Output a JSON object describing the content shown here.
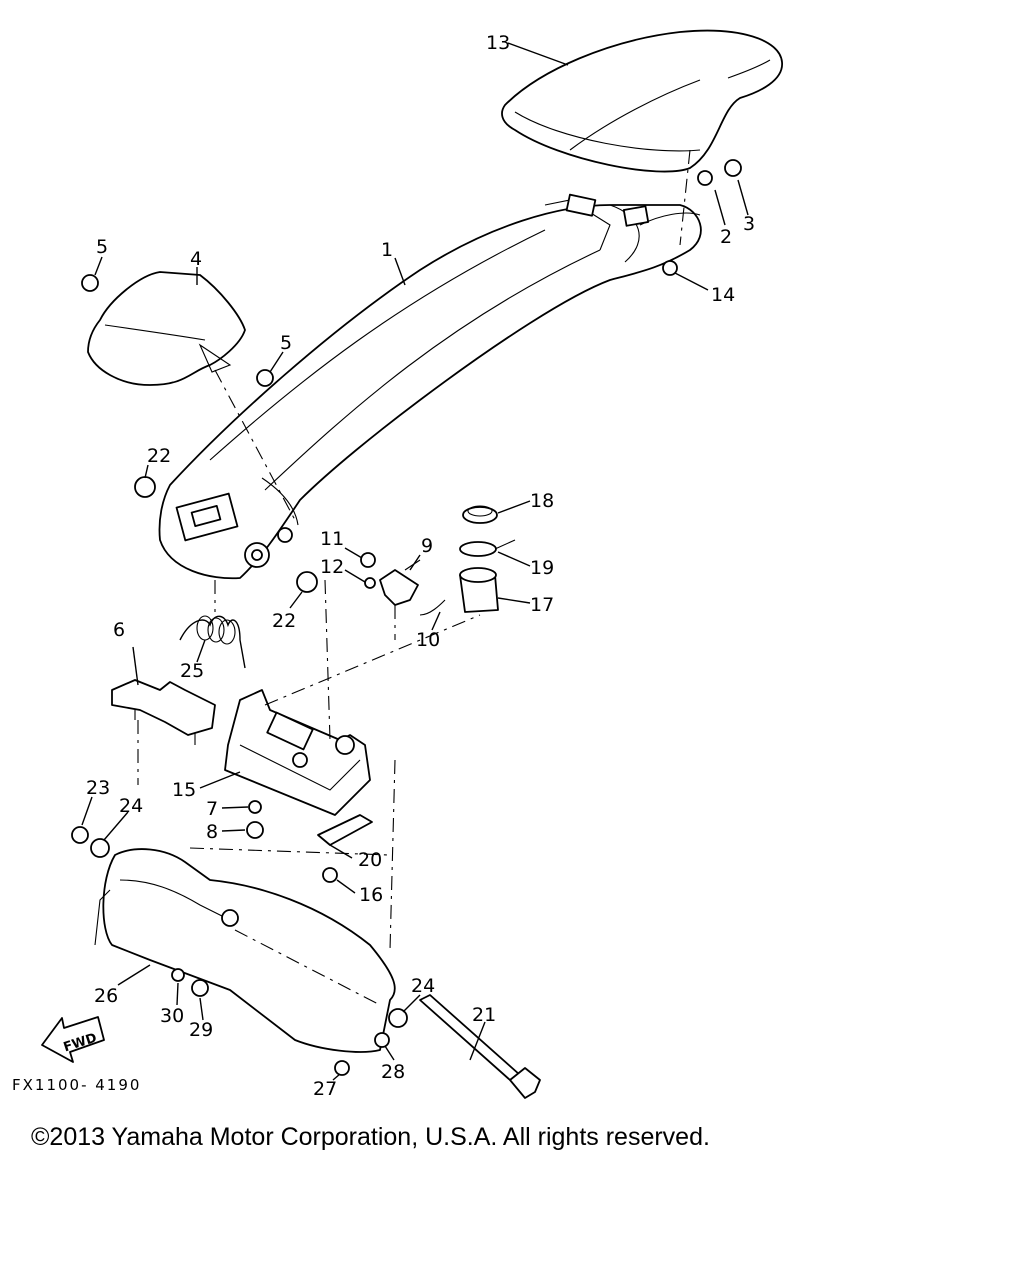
{
  "callouts": [
    {
      "id": "c1",
      "label": "1"
    },
    {
      "id": "c2",
      "label": "2"
    },
    {
      "id": "c3",
      "label": "3"
    },
    {
      "id": "c4",
      "label": "4"
    },
    {
      "id": "c5a",
      "label": "5"
    },
    {
      "id": "c5b",
      "label": "5"
    },
    {
      "id": "c6",
      "label": "6"
    },
    {
      "id": "c7",
      "label": "7"
    },
    {
      "id": "c8",
      "label": "8"
    },
    {
      "id": "c9",
      "label": "9"
    },
    {
      "id": "c10",
      "label": "10"
    },
    {
      "id": "c11",
      "label": "11"
    },
    {
      "id": "c12",
      "label": "12"
    },
    {
      "id": "c13",
      "label": "13"
    },
    {
      "id": "c14",
      "label": "14"
    },
    {
      "id": "c15",
      "label": "15"
    },
    {
      "id": "c16",
      "label": "16"
    },
    {
      "id": "c17",
      "label": "17"
    },
    {
      "id": "c18",
      "label": "18"
    },
    {
      "id": "c19",
      "label": "19"
    },
    {
      "id": "c20",
      "label": "20"
    },
    {
      "id": "c21",
      "label": "21"
    },
    {
      "id": "c22a",
      "label": "22"
    },
    {
      "id": "c22b",
      "label": "22"
    },
    {
      "id": "c23",
      "label": "23"
    },
    {
      "id": "c24a",
      "label": "24"
    },
    {
      "id": "c24b",
      "label": "24"
    },
    {
      "id": "c25",
      "label": "25"
    },
    {
      "id": "c26",
      "label": "26"
    },
    {
      "id": "c27",
      "label": "27"
    },
    {
      "id": "c28",
      "label": "28"
    },
    {
      "id": "c29",
      "label": "29"
    },
    {
      "id": "c30",
      "label": "30"
    }
  ],
  "fwd_label": "FWD",
  "diagram_code": "FX1100- 4190",
  "copyright": "©2013 Yamaha Motor Corporation, U.S.A. All rights reserved."
}
